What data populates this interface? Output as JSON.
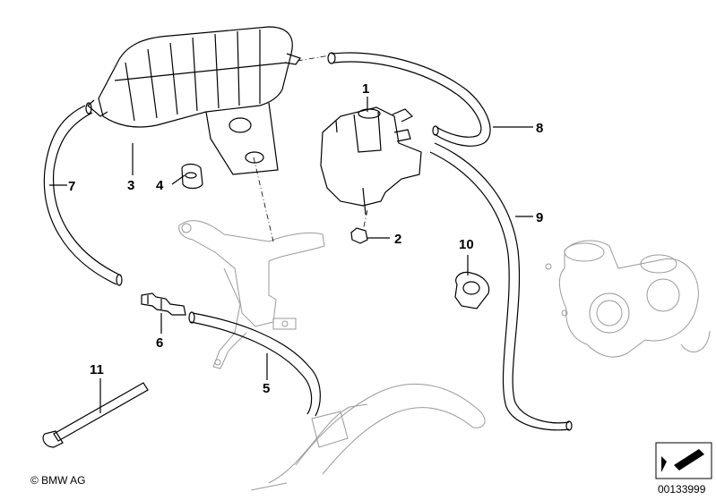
{
  "diagram": {
    "callouts": [
      {
        "id": "1",
        "label": "1"
      },
      {
        "id": "2",
        "label": "2"
      },
      {
        "id": "3",
        "label": "3"
      },
      {
        "id": "4",
        "label": "4"
      },
      {
        "id": "5",
        "label": "5"
      },
      {
        "id": "6",
        "label": "6"
      },
      {
        "id": "7",
        "label": "7"
      },
      {
        "id": "8",
        "label": "8"
      },
      {
        "id": "9",
        "label": "9"
      },
      {
        "id": "10",
        "label": "10"
      },
      {
        "id": "11",
        "label": "11"
      }
    ],
    "copyright": "© BMW AG",
    "part_number": "00133999"
  }
}
